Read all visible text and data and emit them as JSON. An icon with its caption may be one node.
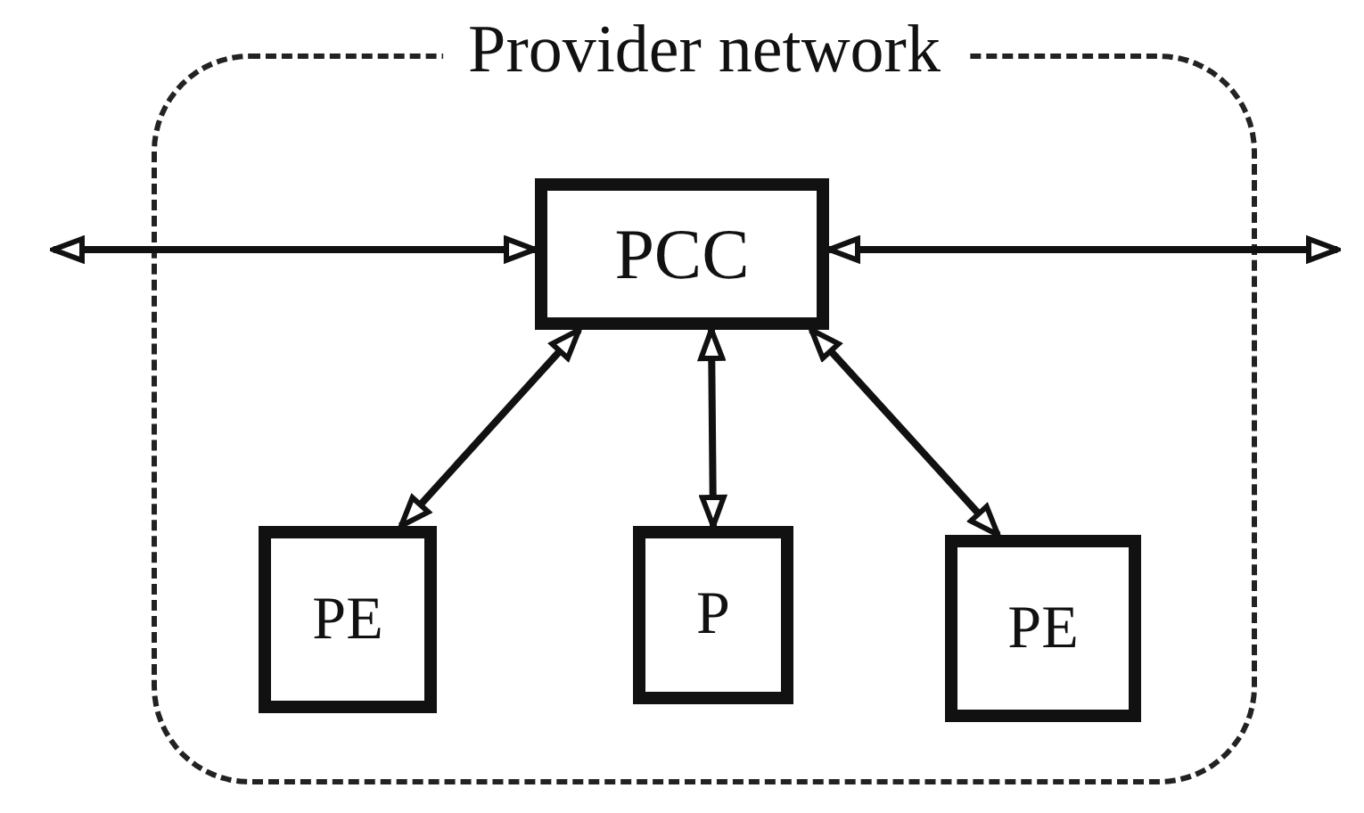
{
  "diagram": {
    "nodes": [
      {
        "text": [
          "Provider network"
        ]
      },
      {
        "text": [
          "PCC"
        ],
        "in": 0
      },
      {
        "text": [
          "PE"
        ],
        "in": 0
      },
      {
        "text": [
          "P"
        ],
        "in": 0
      },
      {
        "text": [
          "PE"
        ],
        "in": 0
      }
    ],
    "edges": [
      {
        "from": null,
        "to": 1,
        "arrow": "both"
      },
      {
        "from": 1,
        "to": null,
        "arrow": "both"
      },
      {
        "from": 1,
        "to": 2,
        "arrow": "both"
      },
      {
        "from": 1,
        "to": 3,
        "arrow": "both"
      },
      {
        "from": 1,
        "to": 4,
        "arrow": "both"
      }
    ]
  }
}
